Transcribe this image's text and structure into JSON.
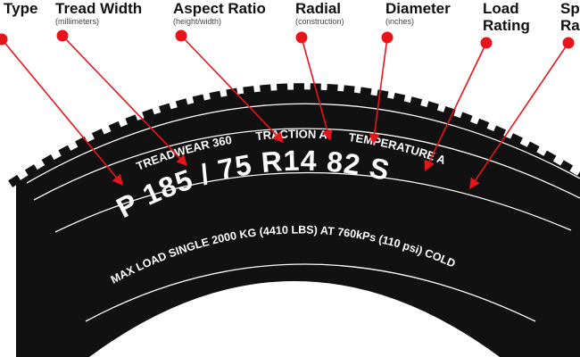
{
  "colors": {
    "tire": "#111111",
    "grooves": "#ffffff",
    "arrow": "#e8141c",
    "label_text": "#111111"
  },
  "labels": {
    "type": {
      "title": "Type",
      "subtitle": ""
    },
    "tread_width": {
      "title": "Tread Width",
      "subtitle": "(millimeters)"
    },
    "aspect_ratio": {
      "title": "Aspect Ratio",
      "subtitle": "(height/width)"
    },
    "radial": {
      "title": "Radial",
      "subtitle": "(construction)"
    },
    "diameter": {
      "title": "Diameter",
      "subtitle": "(inches)"
    },
    "load_rating": {
      "title_line1": "Load",
      "title_line2": "Rating"
    },
    "speed_rating": {
      "title_line1": "Sp",
      "title_line2": "Ra"
    }
  },
  "tire": {
    "treadwear": "TREADWEAR 360",
    "traction": "TRACTION A",
    "temperature": "TEMPERATURE A",
    "code": {
      "type": "P",
      "width": "185",
      "slash": "/",
      "aspect": "75",
      "construction": "R",
      "diameter": "14",
      "load": "82",
      "speed": "S"
    },
    "max_load": "MAX LOAD SINGLE 2000 KG (4410 LBS) AT 760kPs (110 psi) COLD"
  }
}
